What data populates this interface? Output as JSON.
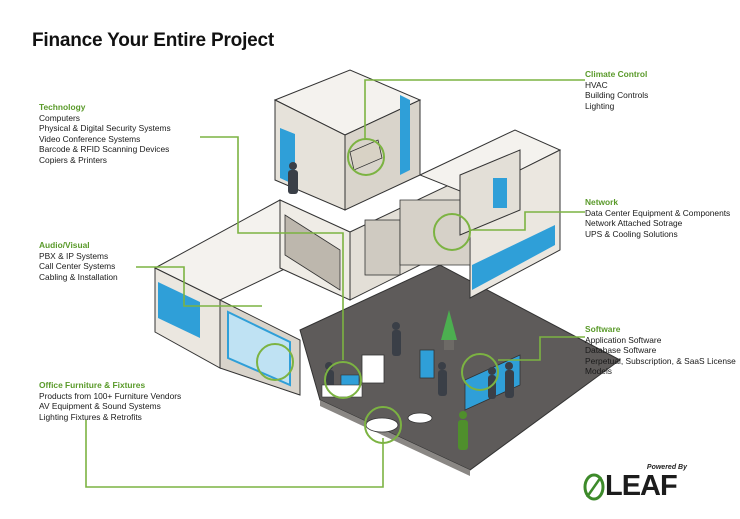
{
  "title": "Finance Your Entire Project",
  "colors": {
    "accent": "#5a9a2a",
    "line": "#7cb342",
    "blue": "#2f9fd8",
    "floor": "#5e5b5a",
    "wall": "#f4f2ee"
  },
  "callouts": {
    "technology": {
      "heading": "Technology",
      "items": [
        "Computers",
        "Physical & Digital Security Systems",
        "Video Conference Systems",
        "Barcode & RFID Scanning Devices",
        "Copiers & Printers"
      ]
    },
    "audio": {
      "heading": "Audio/Visual",
      "items": [
        "PBX & IP Systems",
        "Call Center Systems",
        "Cabling & Installation"
      ]
    },
    "office": {
      "heading": "Office Furniture & Fixtures",
      "items": [
        "Products from 100+ Furniture Vendors",
        "AV Equipment & Sound Systems",
        "Lighting Fixtures & Retrofits"
      ]
    },
    "climate": {
      "heading": "Climate Control",
      "items": [
        "HVAC",
        "Building Controls",
        "Lighting"
      ]
    },
    "network": {
      "heading": "Network",
      "items": [
        "Data Center Equipment & Components",
        "Network Attached Sotrage",
        "UPS & Cooling Solutions"
      ]
    },
    "software": {
      "heading": "Software",
      "items": [
        "Application Software",
        "Database Software",
        "Perpetual, Subscription, & SaaS License",
        "Models"
      ]
    }
  },
  "logo": {
    "powered_by": "Powered By",
    "word": "LEAF",
    "icon": "leaf-circle-icon"
  }
}
